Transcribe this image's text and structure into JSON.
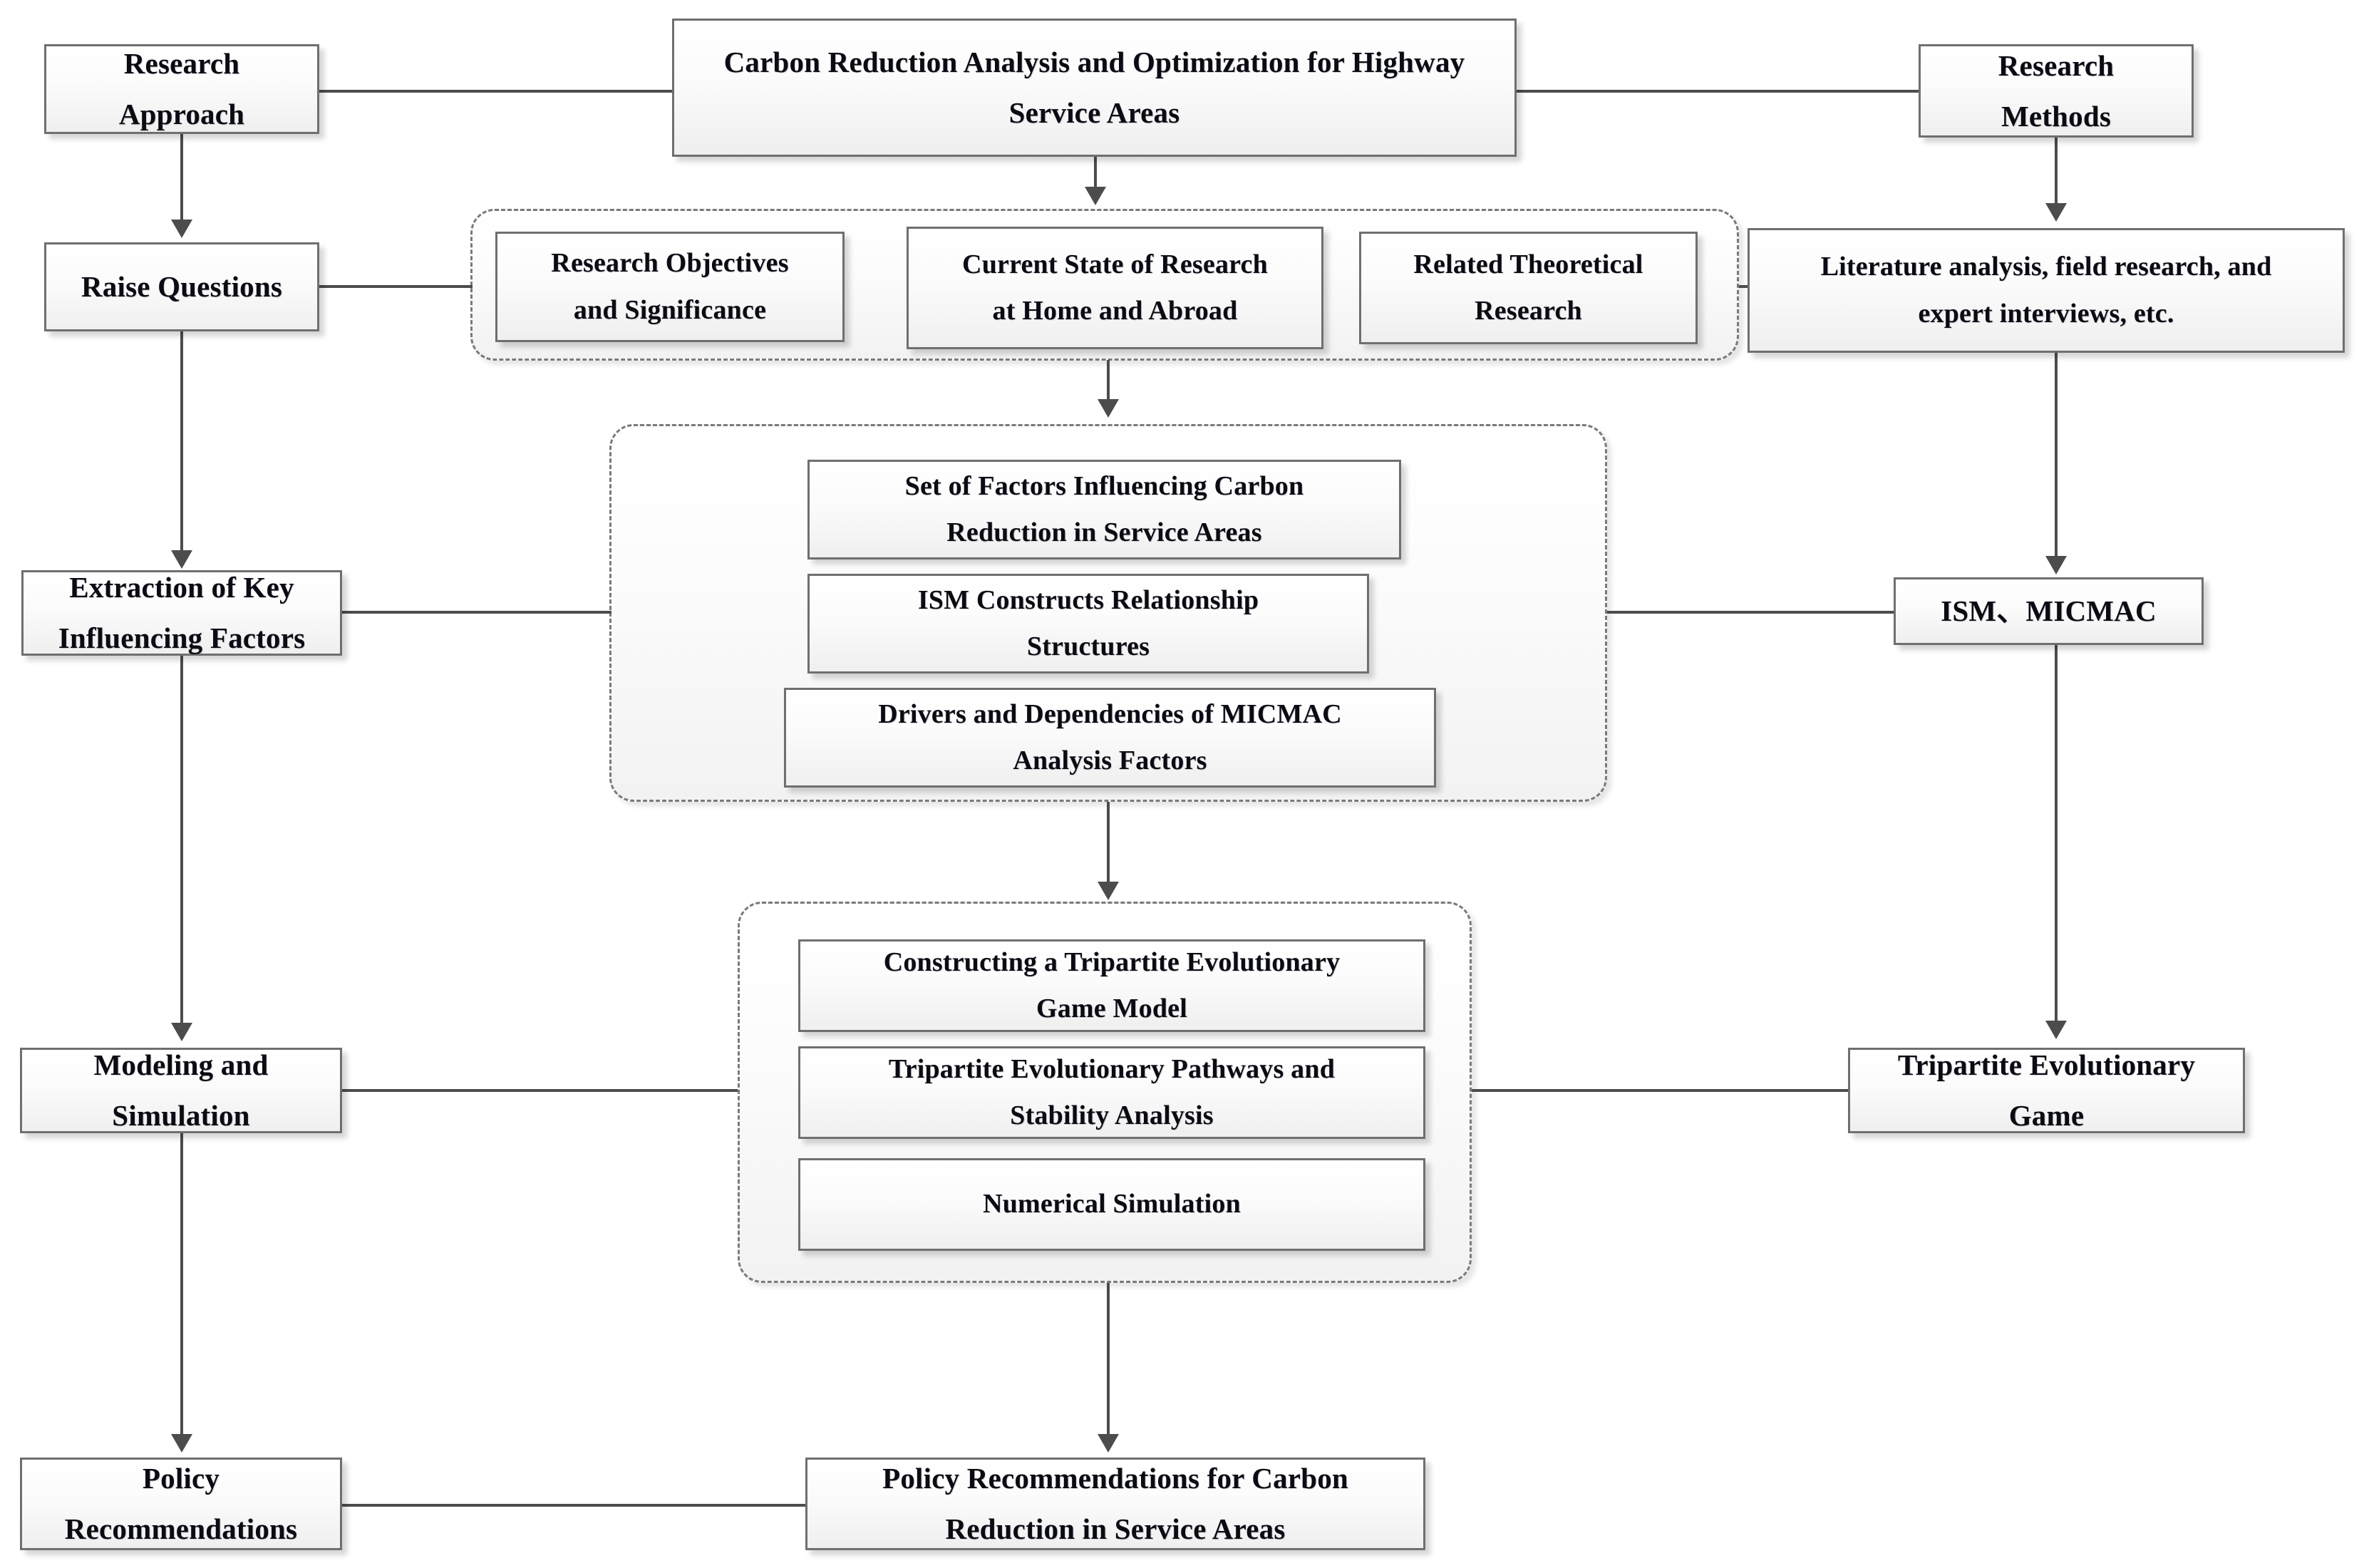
{
  "diagram": {
    "title": "Carbon Reduction Analysis and Optimization for Highway Service Areas",
    "left_column": {
      "research_approach": "Research\nApproach",
      "raise_questions": "Raise Questions",
      "extraction": "Extraction of Key\nInfluencing Factors",
      "modeling": "Modeling and\nSimulation",
      "policy": "Policy\nRecommendations"
    },
    "right_column": {
      "research_methods": "Research\nMethods",
      "literature": "Literature analysis, field research, and\nexpert interviews, etc.",
      "ism_micmac": "ISM、MICMAC",
      "tripartite_game": "Tripartite Evolutionary\nGame"
    },
    "group_background": {
      "objectives": "Research Objectives\nand Significance",
      "current_state": "Current State of Research\nat Home and Abroad",
      "theoretical": "Related Theoretical\nResearch"
    },
    "group_factors": {
      "factor_set": "Set of Factors Influencing Carbon\nReduction in Service Areas",
      "ism_structures": "ISM Constructs Relationship\nStructures",
      "micmac_drivers": "Drivers and Dependencies of MICMAC\nAnalysis Factors"
    },
    "group_game": {
      "construct_model": "Constructing a Tripartite Evolutionary\nGame Model",
      "pathways": "Tripartite Evolutionary Pathways and\nStability Analysis",
      "numerical": "Numerical Simulation"
    },
    "bottom": {
      "policy_recommendations": "Policy Recommendations for Carbon\nReduction in Service Areas"
    },
    "colors": {
      "border": "#6f6f6f",
      "line": "#4c4c4c",
      "text": "#0b0b14",
      "background": "#ffffff"
    }
  }
}
